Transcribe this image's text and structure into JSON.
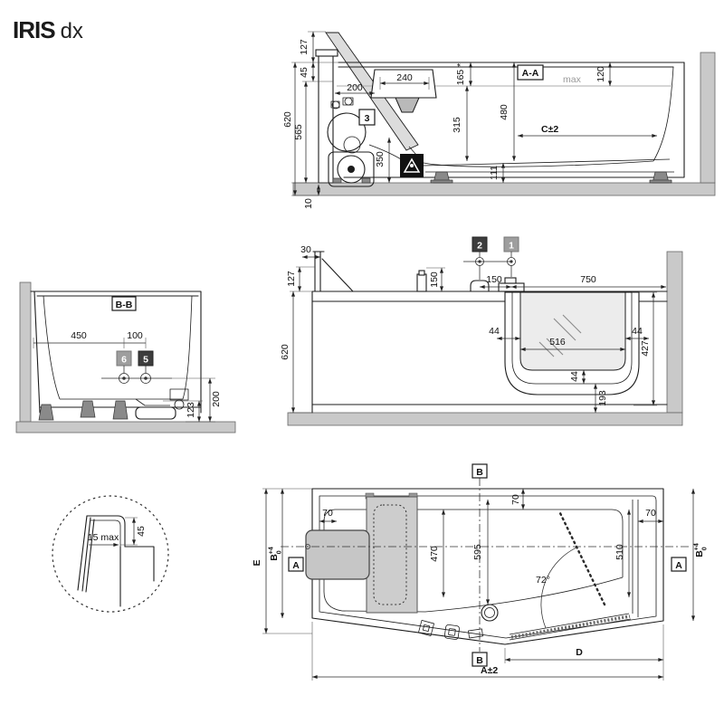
{
  "title": {
    "model": "IRIS",
    "variant": "dx"
  },
  "colors": {
    "line": "#1c1c1c",
    "wall_fill": "#c9c9c9",
    "glass_fill": "#ececec",
    "panel_fill": "#cdcdcd",
    "marker_dark": "#3d3d3d",
    "marker_light": "#9e9e9e"
  },
  "side_view": {
    "section_label": "A-A",
    "water_level_label": "max",
    "marker_3": "3",
    "dims": {
      "d127": "127",
      "d45": "45",
      "d620": "620",
      "d565": "565",
      "d10": "10",
      "d240": "240",
      "d200": "200",
      "d165": "165 *",
      "d120": "120",
      "d480": "480",
      "d315": "315",
      "d350": "350",
      "d111": "111",
      "dC": "C±2"
    }
  },
  "front_view": {
    "marker_1": "1",
    "marker_2": "2",
    "dims": {
      "d30": "30",
      "d127": "127",
      "d620": "620",
      "d150_control": "150",
      "d150_spacing": "150",
      "d750": "750",
      "d44_left": "44",
      "d516": "516",
      "d44_right": "44",
      "d427": "427",
      "d44_bottom": "44",
      "d193": "193"
    }
  },
  "section_bb": {
    "section_label": "B-B",
    "marker_5": "5",
    "marker_6": "6",
    "dims": {
      "d450": "450",
      "d100": "100",
      "d200": "200",
      "d123": "123"
    }
  },
  "detail_view": {
    "dims": {
      "d15": "15 max",
      "d45": "45"
    }
  },
  "plan_view": {
    "section_a_label": "A",
    "section_b_label": "B",
    "door_angle": "72°",
    "dims": {
      "dE": "E",
      "dB": "B",
      "dB_tol_upper": "+4",
      "dB_tol_lower": "0",
      "d70_left": "70",
      "d70_top": "70",
      "d70_right": "70",
      "d470": "470",
      "d595": "595",
      "d510": "510",
      "dD": "D",
      "dA": "A±2"
    }
  }
}
